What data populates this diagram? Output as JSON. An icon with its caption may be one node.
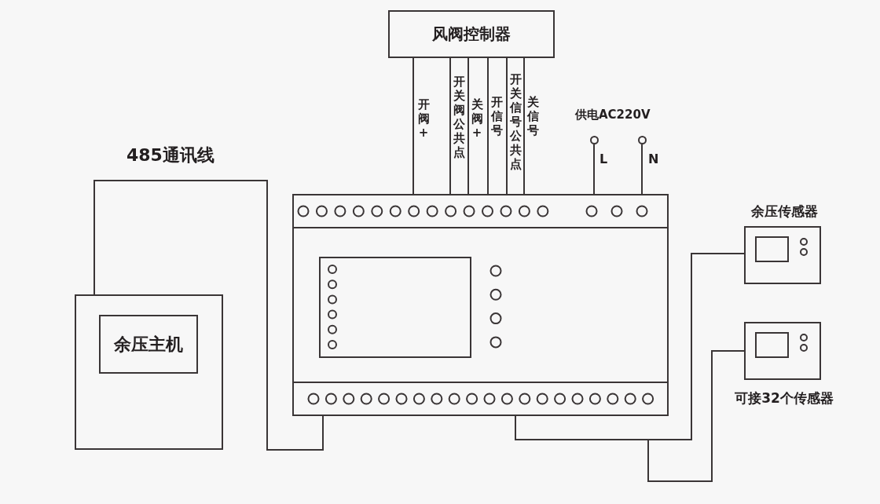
{
  "diagram": {
    "nodes": [
      {
        "text": [
          "风阀控制器"
        ]
      },
      {
        "text": [],
        "shape": "box"
      },
      {
        "text": [],
        "shape": "box"
      },
      {
        "text": [
          "余压主机"
        ],
        "in": 2
      },
      {
        "text": [],
        "shape": "box",
        "beside": [
          "余压传感器"
        ]
      },
      {
        "text": [],
        "shape": "box",
        "beside": [
          "可接32个传感器"
        ]
      },
      {
        "text": [],
        "shape": "circle",
        "beside": [
          "L"
        ]
      },
      {
        "text": [],
        "shape": "circle",
        "beside": [
          "N"
        ]
      }
    ],
    "edges": [
      {
        "from": 0,
        "to": 1,
        "arrow": "none",
        "label": "开阀+"
      },
      {
        "from": 0,
        "to": 1,
        "arrow": "none",
        "label": "开关阀公共点"
      },
      {
        "from": 0,
        "to": 1,
        "arrow": "none",
        "label": "关阀+"
      },
      {
        "from": 0,
        "to": 1,
        "arrow": "none",
        "label": "开信号"
      },
      {
        "from": 0,
        "to": 1,
        "arrow": "none",
        "label": "开关信号公共点"
      },
      {
        "from": 0,
        "to": 1,
        "arrow": "none",
        "label": "关信号"
      },
      {
        "from": 2,
        "to": 1,
        "arrow": "none",
        "label": "485通讯线"
      },
      {
        "from": 6,
        "to": 1,
        "arrow": "none"
      },
      {
        "from": 7,
        "to": 1,
        "arrow": "none"
      },
      {
        "from": 1,
        "to": 4,
        "arrow": "none"
      },
      {
        "from": 1,
        "to": 5,
        "arrow": "none"
      }
    ],
    "labels": [
      "供电AC220V"
    ]
  }
}
